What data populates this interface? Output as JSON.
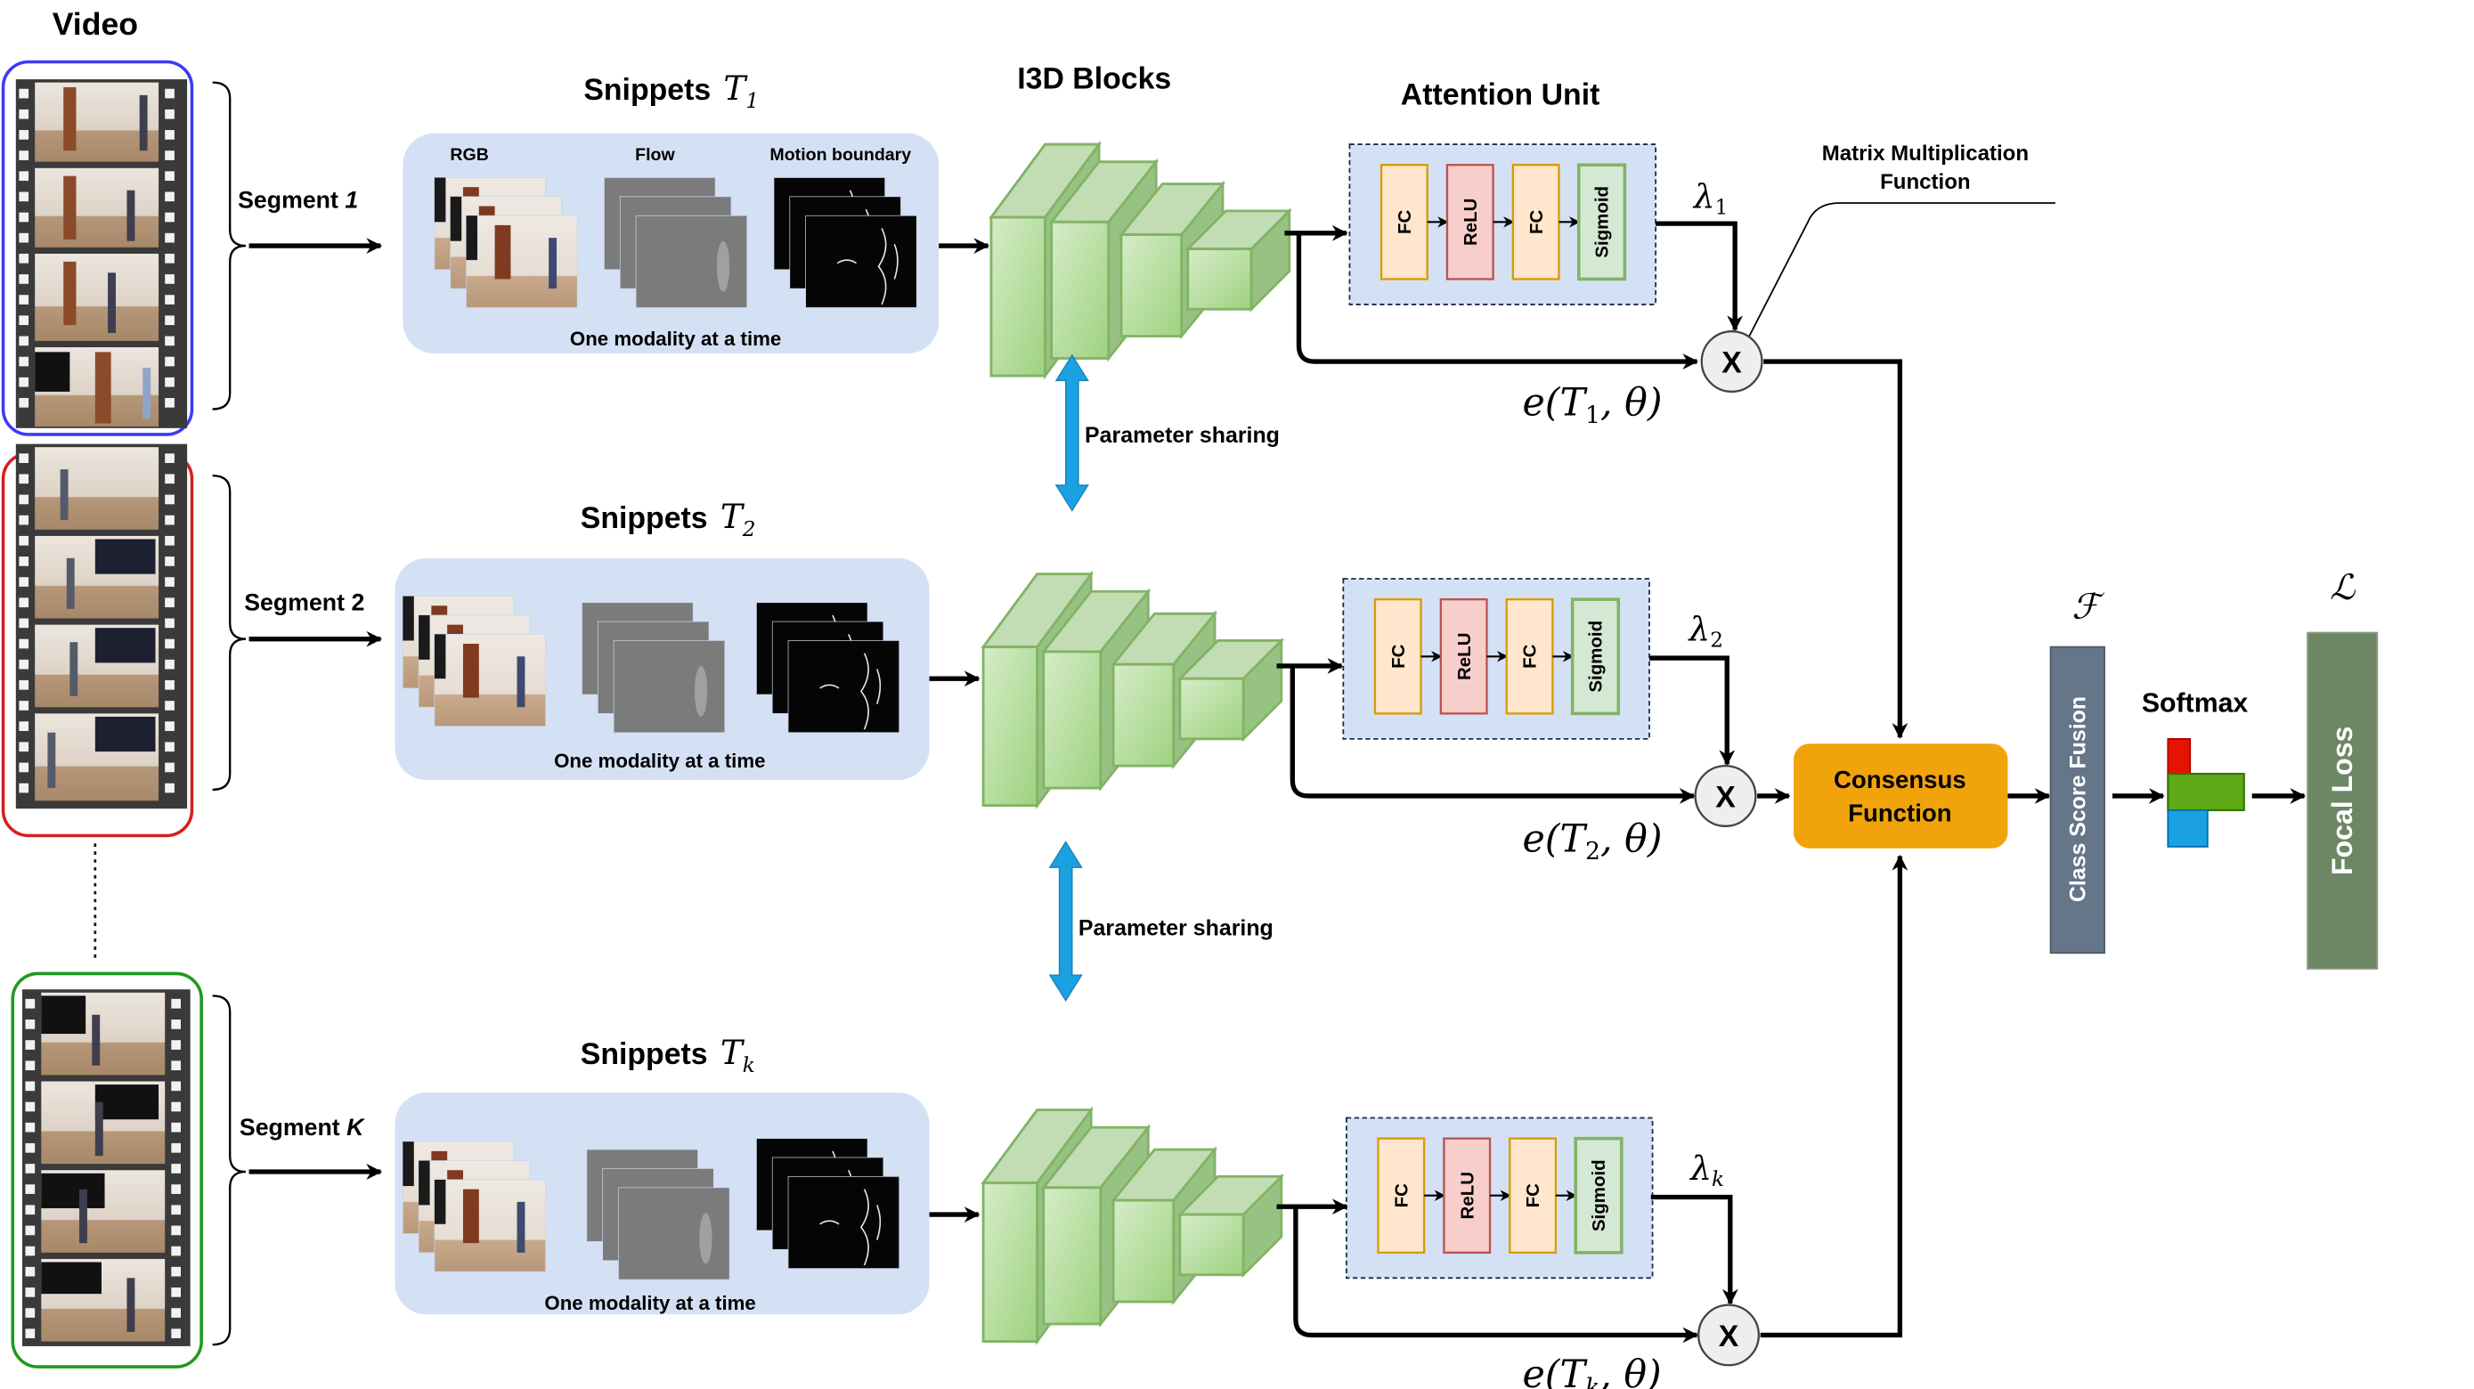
{
  "title": "Video",
  "colors": {
    "segment1_border": "#3b3bf5",
    "segment2_border": "#d42020",
    "segmentK_border": "#1e9a1e",
    "snippet_bg": "#d4e1f5",
    "i3d_fill": "#b5dfa0",
    "i3d_stroke": "#82b366",
    "fc_fill": "#ffe6cc",
    "fc_stroke": "#d79b00",
    "relu_fill": "#f8cecc",
    "relu_stroke": "#b85450",
    "sigmoid_fill": "#d5e8d4",
    "sigmoid_stroke": "#82b366",
    "attention_bg": "#d4e1f5",
    "consensus": "#f0a30a",
    "class_score": "#647687",
    "focal_loss": "#6d8764",
    "sharing_arrow": "#1ba1e2",
    "softmax_red": "#e51400",
    "softmax_green": "#60a917",
    "softmax_blue": "#1ba1e2"
  },
  "headers": {
    "i3d": "I3D Blocks",
    "attention": "Attention Unit",
    "matmul_line1": "Matrix Multiplication",
    "matmul_line2": "Function"
  },
  "segments": [
    {
      "label": "Segment ",
      "index": "1",
      "snippet_title": "Snippets",
      "snippet_symbol": "T",
      "snippet_sub": "1",
      "modality_note": "One modality at a time",
      "modalities": [
        "RGB",
        "Flow",
        "Motion boundary"
      ],
      "lambda": "λ",
      "lambda_sub": "1",
      "embedding": "e(T",
      "embedding_sub": "1",
      "embedding_tail": ", θ)"
    },
    {
      "label": "Segment ",
      "index": "2",
      "snippet_title": "Snippets",
      "snippet_symbol": "T",
      "snippet_sub": "2",
      "modality_note": "One modality at a time",
      "lambda": "λ",
      "lambda_sub": "2",
      "embedding": "e(T",
      "embedding_sub": "2",
      "embedding_tail": ", θ)"
    },
    {
      "label": "Segment ",
      "index": "K",
      "snippet_title": "Snippets",
      "snippet_symbol": "T",
      "snippet_sub": "k",
      "modality_note": "One modality at a time",
      "lambda": "λ",
      "lambda_sub": "k",
      "embedding": "e(T",
      "embedding_sub": "k",
      "embedding_tail": ", θ)"
    }
  ],
  "attention_layers": [
    "FC",
    "ReLU",
    "FC",
    "Sigmoid"
  ],
  "multiply_symbol": "X",
  "parameter_sharing": "Parameter sharing",
  "consensus": {
    "line1": "Consensus",
    "line2": "Function"
  },
  "class_score_fusion": "Class Score Fusion",
  "fusion_symbol": "ℱ",
  "softmax": "Softmax",
  "loss_symbol": "ℒ",
  "focal_loss": "Focal Loss"
}
